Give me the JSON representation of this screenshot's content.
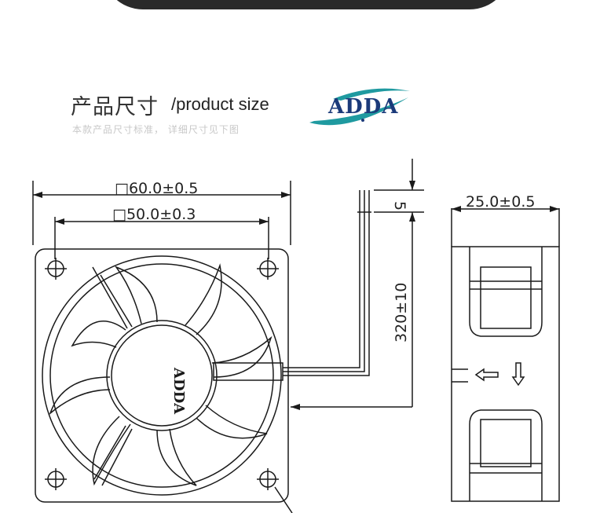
{
  "header": {
    "title_cn": "产品尺寸",
    "title_en": "/product size",
    "subtitle": "本款产品尺寸标准， 详细尺寸见下图"
  },
  "logo": {
    "text": "ADDA",
    "accent_color": "#1f9aa0",
    "text_color": "#1b3a7a"
  },
  "drawing": {
    "dim_outer": "□60.0±0.5",
    "dim_inner": "□50.0±0.3",
    "dim_depth": "25.0±0.5",
    "dim_lead": "5",
    "dim_cable": "320±10",
    "hub_label": "ADDA"
  },
  "colors": {
    "line": "#1a1a1a",
    "background": "#ffffff"
  }
}
